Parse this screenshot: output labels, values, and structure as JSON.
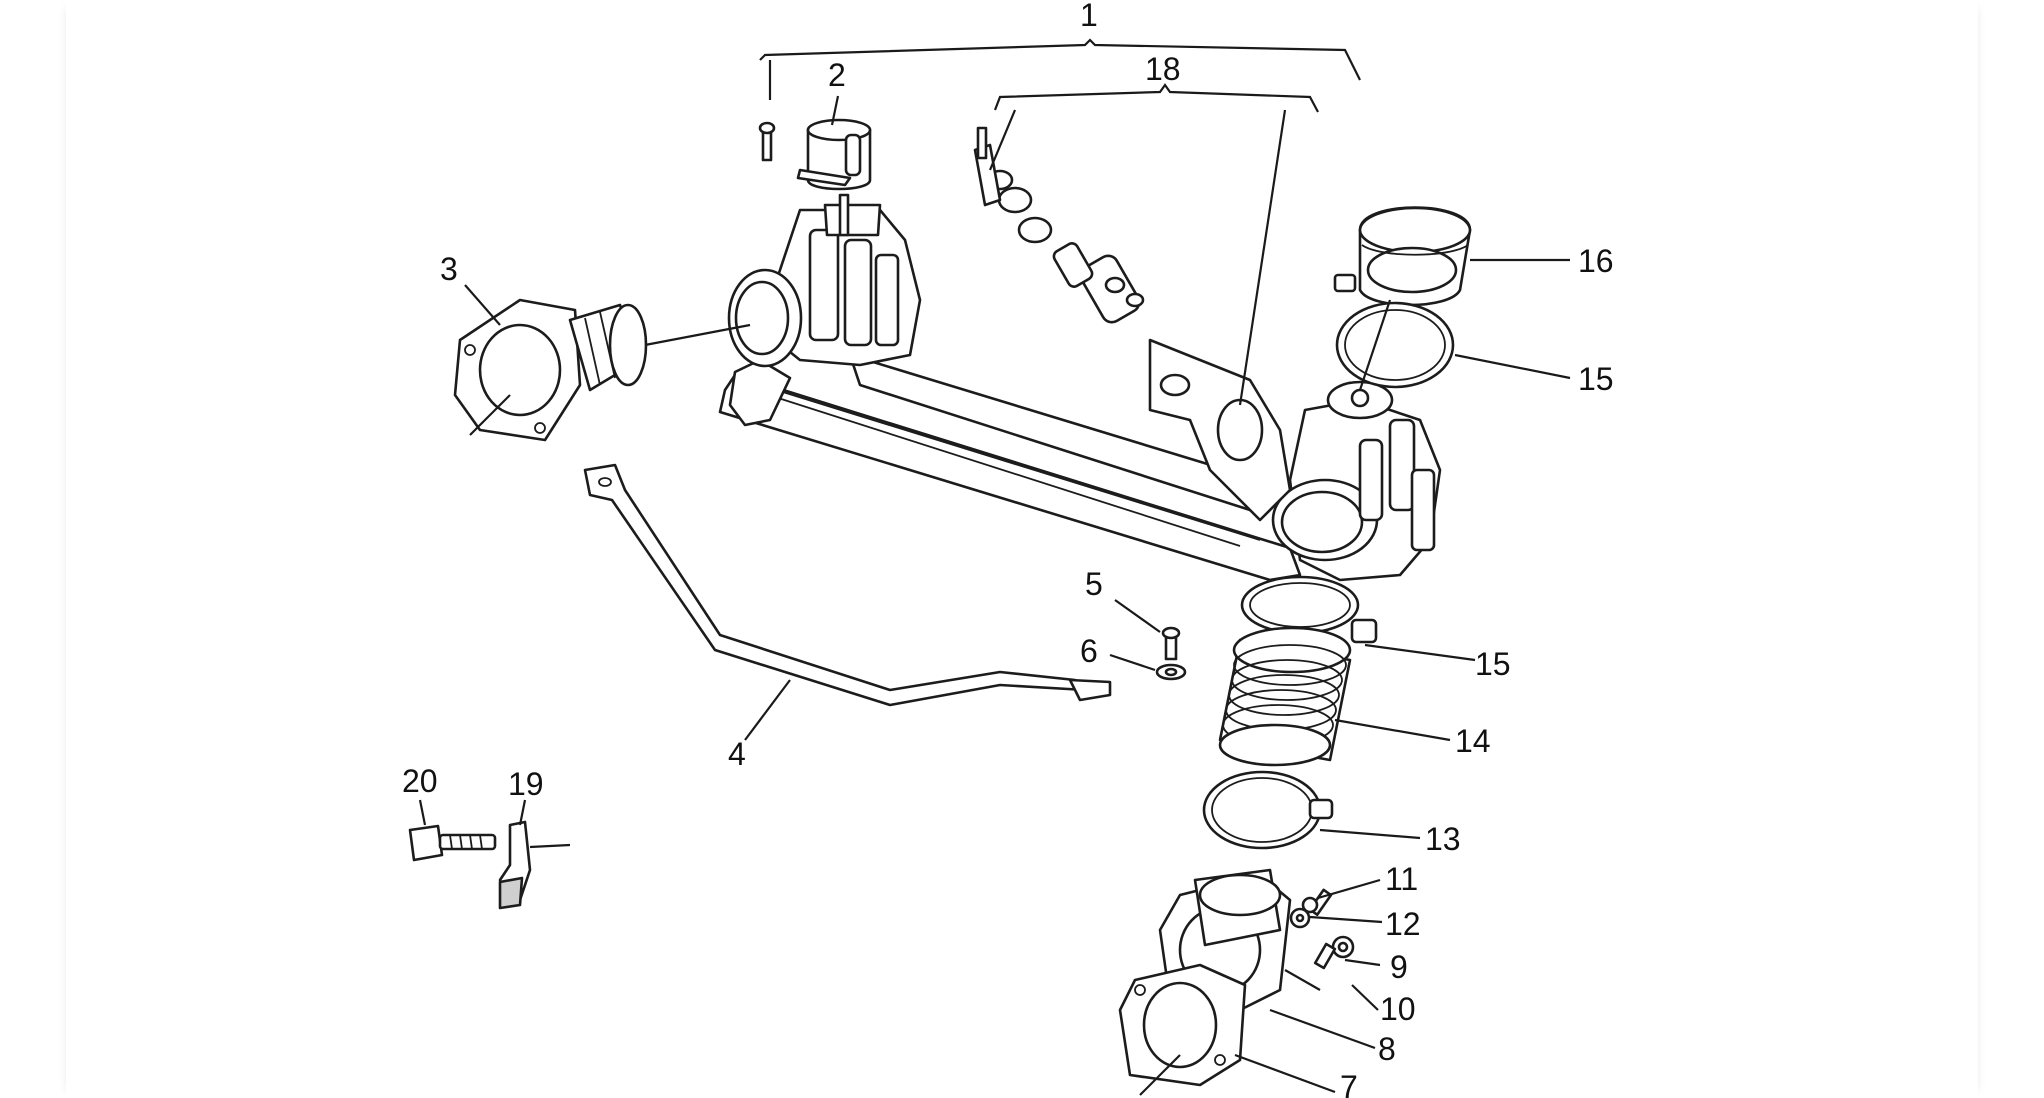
{
  "diagram": {
    "callouts": [
      {
        "id": "1",
        "label": "1"
      },
      {
        "id": "2",
        "label": "2"
      },
      {
        "id": "3",
        "label": "3"
      },
      {
        "id": "4",
        "label": "4"
      },
      {
        "id": "5",
        "label": "5"
      },
      {
        "id": "6",
        "label": "6"
      },
      {
        "id": "7",
        "label": "7"
      },
      {
        "id": "8",
        "label": "8"
      },
      {
        "id": "9",
        "label": "9"
      },
      {
        "id": "10",
        "label": "10"
      },
      {
        "id": "11",
        "label": "11"
      },
      {
        "id": "12",
        "label": "12"
      },
      {
        "id": "13",
        "label": "13"
      },
      {
        "id": "14",
        "label": "14"
      },
      {
        "id": "15a",
        "label": "15"
      },
      {
        "id": "15b",
        "label": "15"
      },
      {
        "id": "16",
        "label": "16"
      },
      {
        "id": "18",
        "label": "18"
      },
      {
        "id": "19",
        "label": "19"
      },
      {
        "id": "20",
        "label": "20"
      }
    ]
  }
}
